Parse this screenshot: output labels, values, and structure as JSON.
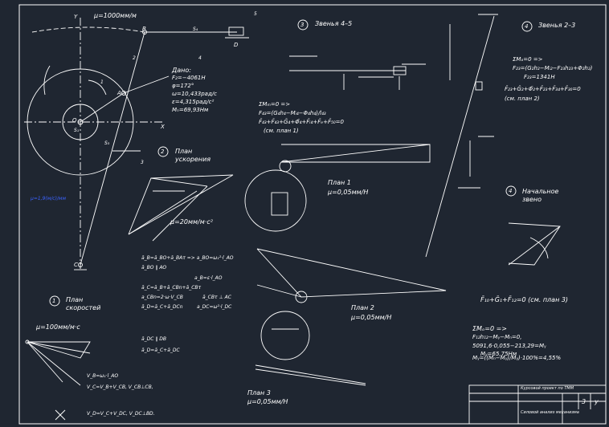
{
  "mechanism": {
    "scale": "μ=1000мм/м",
    "given_title": "Дано:",
    "given_lines": [
      "F₂=−4061Н",
      "φ=172°",
      "ω=10,433рад/с",
      "ε=4,315рад/с²",
      "Mₙ=69,93Нм"
    ],
    "velocity_scale_blue": "μ=1,9(м/с)/мм",
    "labels": [
      "Y",
      "B",
      "A",
      "O",
      "S₁",
      "S₃",
      "S₄",
      "D",
      "C",
      "X",
      "1",
      "2",
      "3",
      "4",
      "5"
    ]
  },
  "velocity_plan": {
    "number": "1",
    "title": "План скоростей",
    "scale": "μ=100мм/м·с",
    "equations": [
      "V_B=ω₁·l_AO",
      "V_C=V_B+V_CB, V_CB⊥CB,",
      "V_D=V_C+V_DC, V_DC⊥BD."
    ]
  },
  "acceleration_plan": {
    "number": "2",
    "title": "План ускорения",
    "scale": "μ=20мм/м·с²",
    "equations": [
      "ā_B=ā_ВО+ā_ВАτ => a_ВО=ω₁²·l_AO",
      "ā_ВО ∥ AO",
      "a_B=ε·l_AO",
      "ā_C=ā_B+ā_CBn+ā_CBτ",
      "a_CBn=2·ω·V_CB",
      "ā_CBτ ⊥ AC",
      "ā_D=ā_C+ā_DCn",
      "a_DC=ω²·l_DC",
      "ā_DC ∥ DB",
      "ā_D=ā_C+ā_DC"
    ]
  },
  "link_4_5": {
    "number": "3",
    "title": "Звенья 4–5",
    "eq_header": "ΣMₘ=0 =>",
    "eq_lines": [
      "F₄₃=(G₄h₄−Mᵢ₄−Φ₄h₄)/l₄₃",
      "F̄₄₃+F̄₄₃+Ḡ₄+Φ̄₄+F̄ᵢ₄+F̄ₑ+F̄₅₀=0",
      "(см. план 1)"
    ],
    "plan_title": "План 1",
    "plan_scale": "μ=0,05мм/Н"
  },
  "link_2_3": {
    "number": "4",
    "title": "Звенья 2–3",
    "eq_header": "ΣMₐ=0 =>",
    "eq_lines": [
      "F₂₃=(G₂h₂−Mᵢ₂−F₂₃h₂₃+Φ₂h₂)",
      "F₂₃=1341Н",
      "F̄₂₃+Ḡ₂+Φ̄₂+F̄₂₃+F̄₃₄+F̄₃₀=0",
      "(см. план 2)"
    ],
    "plan_title": "План 2",
    "plan_scale": "μ=0,05мм/Н"
  },
  "initial_link": {
    "number": "4",
    "title": "Начальное звено",
    "eq_main": "F̄₁₀+Ḡ₁+F̄₁₂=0 (см. план 3)",
    "moment_header": "ΣMₒ=0 =>",
    "moment_lines": [
      "F₁₂h₁₂−Mᵧ−Mₙ=0,",
      "5091,6·0,055−213,29=Mᵧ",
      "Mᵧ=65,75Нм",
      "Mᵧ=((Mₙ−Mᵧ)/Mᵧ)·100%=4,55%"
    ],
    "plan3_title": "План 3",
    "plan3_scale": "μ=0,05мм/Н"
  },
  "title_block": {
    "title": "Курсовой проект по ТММ",
    "subtitle": "Силовой анализ механизма",
    "sheet": "3",
    "letter": "у"
  }
}
